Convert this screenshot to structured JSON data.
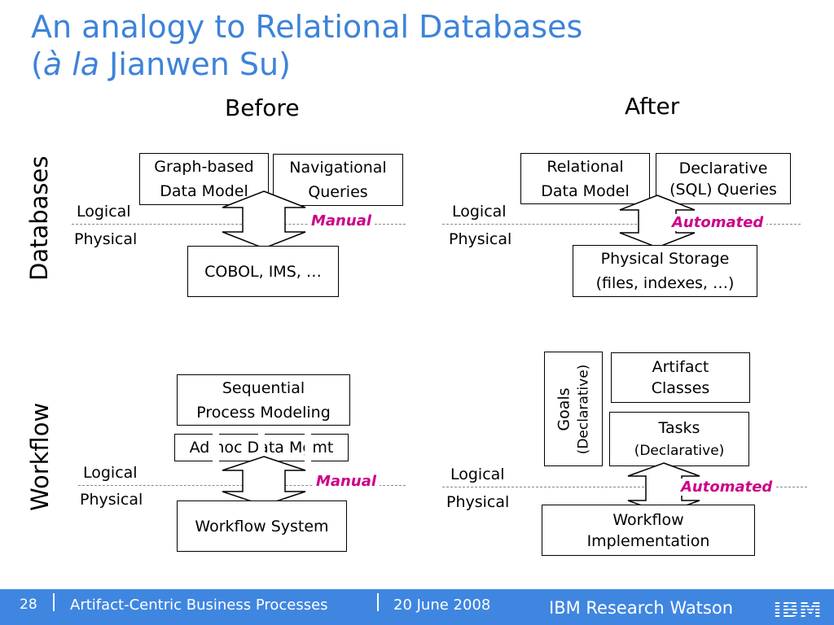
{
  "title": {
    "line1": "An analogy to Relational Databases",
    "line2_open": "(",
    "line2_italic": "à la",
    "line2_rest": " Jianwen Su)"
  },
  "columns": {
    "before": "Before",
    "after": "After"
  },
  "rows": {
    "databases": "Databases",
    "workflow": "Workflow"
  },
  "labels": {
    "logical": "Logical",
    "physical": "Physical",
    "manual": "Manual",
    "automated": "Automated"
  },
  "db_before": {
    "model": [
      "Graph-based",
      "Data Model"
    ],
    "queries": [
      "Navigational",
      "Queries"
    ],
    "physical": "COBOL, IMS, …"
  },
  "db_after": {
    "model": [
      "Relational",
      "Data Model"
    ],
    "queries": [
      "Declarative",
      "(SQL) Queries"
    ],
    "physical": [
      "Physical Storage",
      "(files, indexes, …)"
    ]
  },
  "wf_before": {
    "modeling": [
      "Sequential",
      "Process Modeling"
    ],
    "data": "Ad hoc Data Mgmt",
    "system": "Workflow System"
  },
  "wf_after": {
    "goals": [
      "Goals",
      "(Declarative)"
    ],
    "artifacts": [
      "Artifact",
      "Classes"
    ],
    "tasks": [
      "Tasks",
      "(Declarative)"
    ],
    "impl": [
      "Workflow",
      "Implementation"
    ]
  },
  "footer": {
    "page": "28",
    "topic": "Artifact-Centric Business Processes",
    "date": "20 June 2008",
    "org": "IBM Research Watson",
    "logo": "IBM"
  },
  "colors": {
    "title": "#3d83d9",
    "footer": "#3f86e0",
    "mode": "#cc0088"
  }
}
